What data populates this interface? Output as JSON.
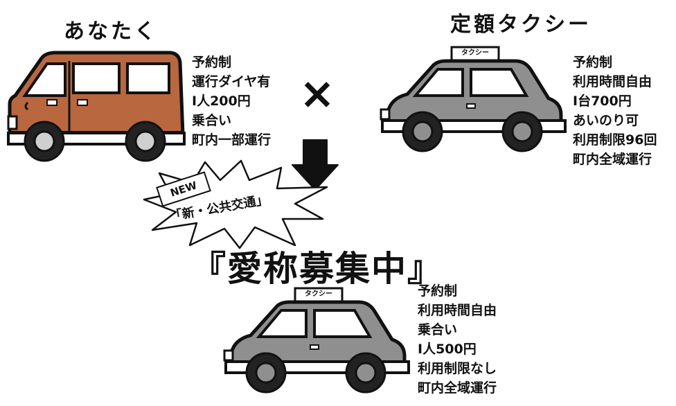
{
  "left": {
    "title": "あなたく",
    "specs": [
      "予約制",
      "運行ダイヤ有",
      "Ⅰ人200円",
      "乗合い",
      "町内一部運行"
    ]
  },
  "times_symbol": "×",
  "right": {
    "title": "定額タクシー",
    "roof_label": "タクシー",
    "specs": [
      "予約制",
      "利用時間自由",
      "Ⅰ台700円",
      "あいのり可",
      "利用制限96回",
      "町内全域運行"
    ]
  },
  "burst": {
    "new_label": "NEW",
    "text": "「新・公共交通」"
  },
  "nickname": "『愛称募集中』",
  "bottom": {
    "roof_label": "タクシー",
    "specs": [
      "予約制",
      "利用時間自由",
      "乗合い",
      "Ⅰ人500円",
      "利用制限なし",
      "町内全域運行"
    ]
  },
  "colors": {
    "van_body": "#b8673f",
    "taxi_body": "#8f8f8f",
    "outline": "#111111",
    "window": "#ffffff"
  }
}
